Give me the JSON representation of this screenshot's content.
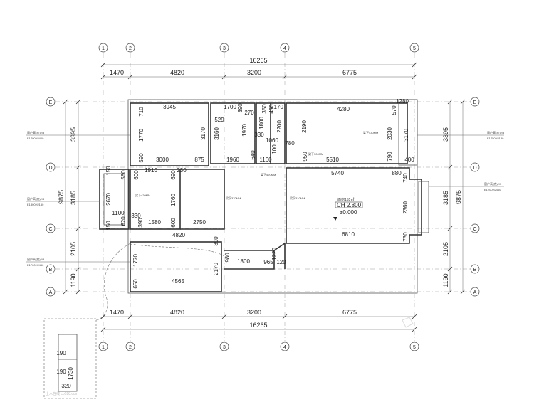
{
  "grid_columns": [
    "1",
    "2",
    "3",
    "4",
    "5"
  ],
  "grid_rows": [
    "E",
    "D",
    "C",
    "B",
    "A"
  ],
  "top_overall": "16265",
  "top_segments": [
    "1470",
    "4820",
    "3200",
    "6775"
  ],
  "bottom_segments": [
    "1470",
    "4820",
    "3200",
    "6775"
  ],
  "bottom_overall": "16265",
  "right_segments": [
    "3395",
    "3185",
    "2105",
    "1190"
  ],
  "right_overall": "9875",
  "left_segments": [
    "3395",
    "3185",
    "2105",
    "1190"
  ],
  "left_overall": "9875",
  "room_dims": {
    "d3945": "3945",
    "d710a": "710",
    "d1770a": "1770",
    "d590": "590",
    "d3000": "3000",
    "d875": "875",
    "d3170a": "3170",
    "d3160": "3160",
    "d529": "529",
    "d1700": "1700",
    "d390": "390",
    "d270": "270",
    "d1970": "1970",
    "d350": "350",
    "d330a": "330",
    "d1060": "1060",
    "d450": "450",
    "d1800a": "1800",
    "d2170a": "2170",
    "d2200": "2200",
    "d780": "780",
    "d1960": "1960",
    "d1160": "1160",
    "d640": "640",
    "d100": "100",
    "d950": "950",
    "d5510": "5510",
    "d4280": "4280",
    "d2190": "2190",
    "d1280": "1280",
    "d570": "570",
    "d2030": "2030",
    "d3170b": "3170",
    "d790": "790",
    "d400": "400",
    "d1910": "1910",
    "d230": "230",
    "d600a": "600",
    "d690": "690",
    "d150a": "150",
    "d580": "580",
    "d2670": "2670",
    "d1760": "1760",
    "d1100": "1100",
    "d330b": "330",
    "d150b": "150",
    "d620": "620",
    "d390b": "390",
    "d1580": "1580",
    "d600b": "600",
    "d2750": "2750",
    "d5740": "5740",
    "d880": "880",
    "d740": "740",
    "d2360": "2360",
    "d6810": "6810",
    "d730": "730",
    "d4820": "4820",
    "d890": "890",
    "d1770b": "1770",
    "d2170b": "2170",
    "d980": "980",
    "d1800b": "1800",
    "d965": "965",
    "d120": "120",
    "d1220": "1220",
    "d650": "650",
    "d4565": "4565",
    "s190a": "190",
    "s190b": "190",
    "s1730": "1730",
    "s320": "320"
  },
  "beam_labels": {
    "b1": "梁下430MM",
    "b2": "梁下300MM",
    "b3": "梁下420MM",
    "b4": "梁下420MM",
    "b5": "梁下370MM",
    "b6": "梁下310MM"
  },
  "area_label": "面积155㎡",
  "ch_prefix": "CH",
  "ch_value": "2.800",
  "level_value": "±0.000",
  "side_notes": {
    "l1": "窗户高(底)2/3",
    "l1b": "E1700H2460",
    "l2": "窗户高(底)2/3",
    "l2b": "E1300H2150",
    "l3": "窗户高(底)2/3",
    "l3b": "E1700H2460",
    "r1": "窗户高(底)2/3",
    "r1b": "E1750H2130",
    "r2": "窗户高(底)2/3",
    "r2b": "E1200H2460"
  },
  "watermark": "土木在线 co188.com"
}
